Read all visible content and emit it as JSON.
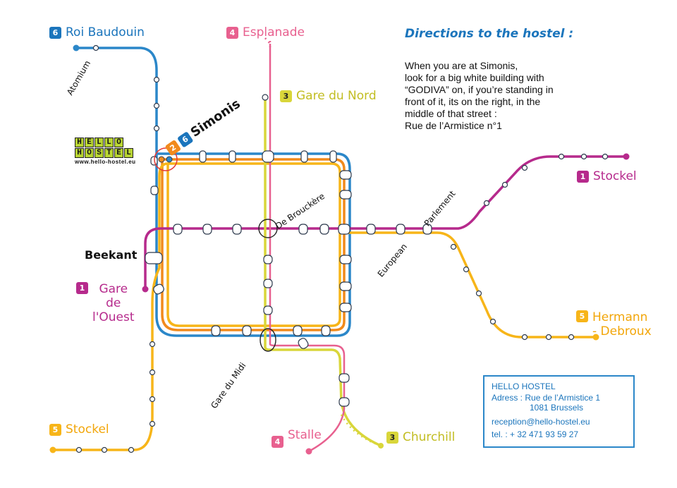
{
  "colors": {
    "line1": "#b62a8c",
    "line2": "#f18a1c",
    "line3": "#d9d63a",
    "line4": "#e8608f",
    "line5": "#f7b519",
    "line6": "#2b87c9",
    "title_blue": "#1b75bc"
  },
  "terminals": {
    "roi_baudouin": {
      "number": "6",
      "name": "Roi Baudouin"
    },
    "esplanade": {
      "number": "4",
      "name": "Esplanade"
    },
    "gare_du_nord": {
      "number": "3",
      "name": "Gare du Nord"
    },
    "stockel_1": {
      "number": "1",
      "name": "Stockel"
    },
    "gare_de_louest": {
      "number": "1",
      "name": "Gare\nde\nl'Ouest"
    },
    "hermann_debroux": {
      "number": "5",
      "name": "Hermann\n- Debroux"
    },
    "stockel_5": {
      "number": "5",
      "name": "Stockel"
    },
    "stalle": {
      "number": "4",
      "name": "Stalle"
    },
    "churchill": {
      "number": "3",
      "name": "Churchill"
    }
  },
  "simonis": {
    "badge_a": "2",
    "badge_b": "6",
    "name": "Simonis"
  },
  "station_labels": {
    "atomium": "Atomium",
    "beekant": "Beekant",
    "de_brouckere": "De Brouckère",
    "european_parlement_1": "European",
    "european_parlement_2": "Parlement",
    "gare_du_midi": "Gare du Midi"
  },
  "logo": {
    "row1": "HELLO",
    "row2": "HOSTEL",
    "url": "www.hello-hostel.eu"
  },
  "directions": {
    "title": "Directions to the hostel :",
    "text": "When you are at Simonis,\nlook for a big white building with\n“GODIVA” on, if you’re standing in\nfront of it, its on the right, in the\nmiddle of that street :\nRue de l’Armistice n°1"
  },
  "info": {
    "name": "HELLO HOSTEL",
    "address_line1": "Adress : Rue de l’Armistice 1",
    "address_line2": "1081 Brussels",
    "email": "reception@hello-hostel.eu",
    "phone": "tel. : + 32 471 93 59 27"
  }
}
